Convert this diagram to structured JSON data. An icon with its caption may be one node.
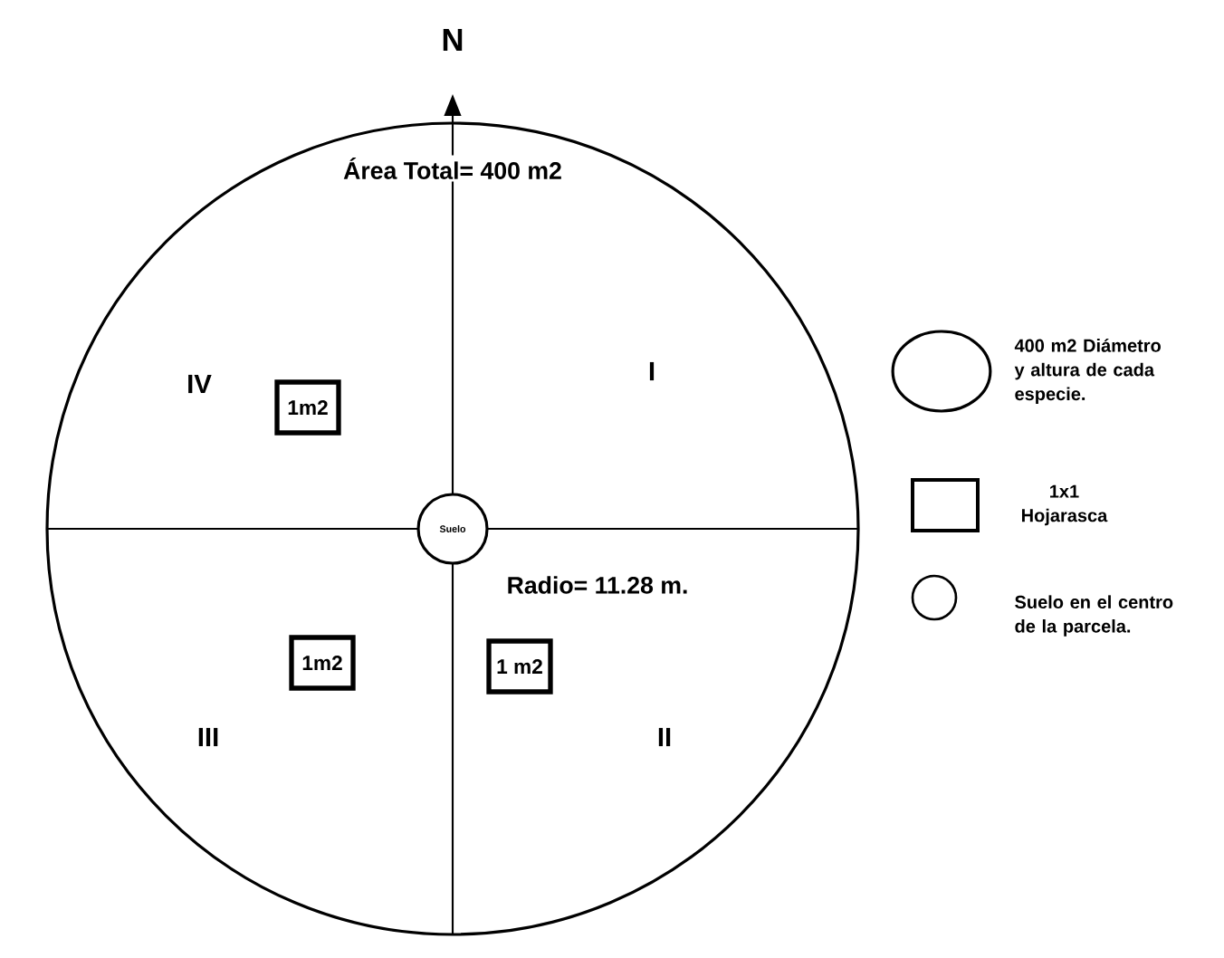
{
  "diagram": {
    "nodes": [
      {
        "text": [],
        "shape": "circle"
      },
      {
        "text": [
          "1m2"
        ],
        "in": 0
      },
      {
        "text": [
          "Suelo"
        ],
        "in": 0
      },
      {
        "text": [
          "1m2"
        ],
        "in": 0
      },
      {
        "text": [
          "1 m2"
        ],
        "in": 0
      }
    ],
    "labels": [
      "N",
      "Área Total= 400 m2",
      "IV",
      "I",
      "Radio= 11.28 m.",
      "III",
      "II"
    ],
    "legend": [
      {
        "text": "400 m2 Diámetro y altura de cada especie."
      },
      {
        "text": "1x1 Hojarasca"
      },
      {
        "text": "Suelo en el centro de la parcela."
      }
    ]
  }
}
